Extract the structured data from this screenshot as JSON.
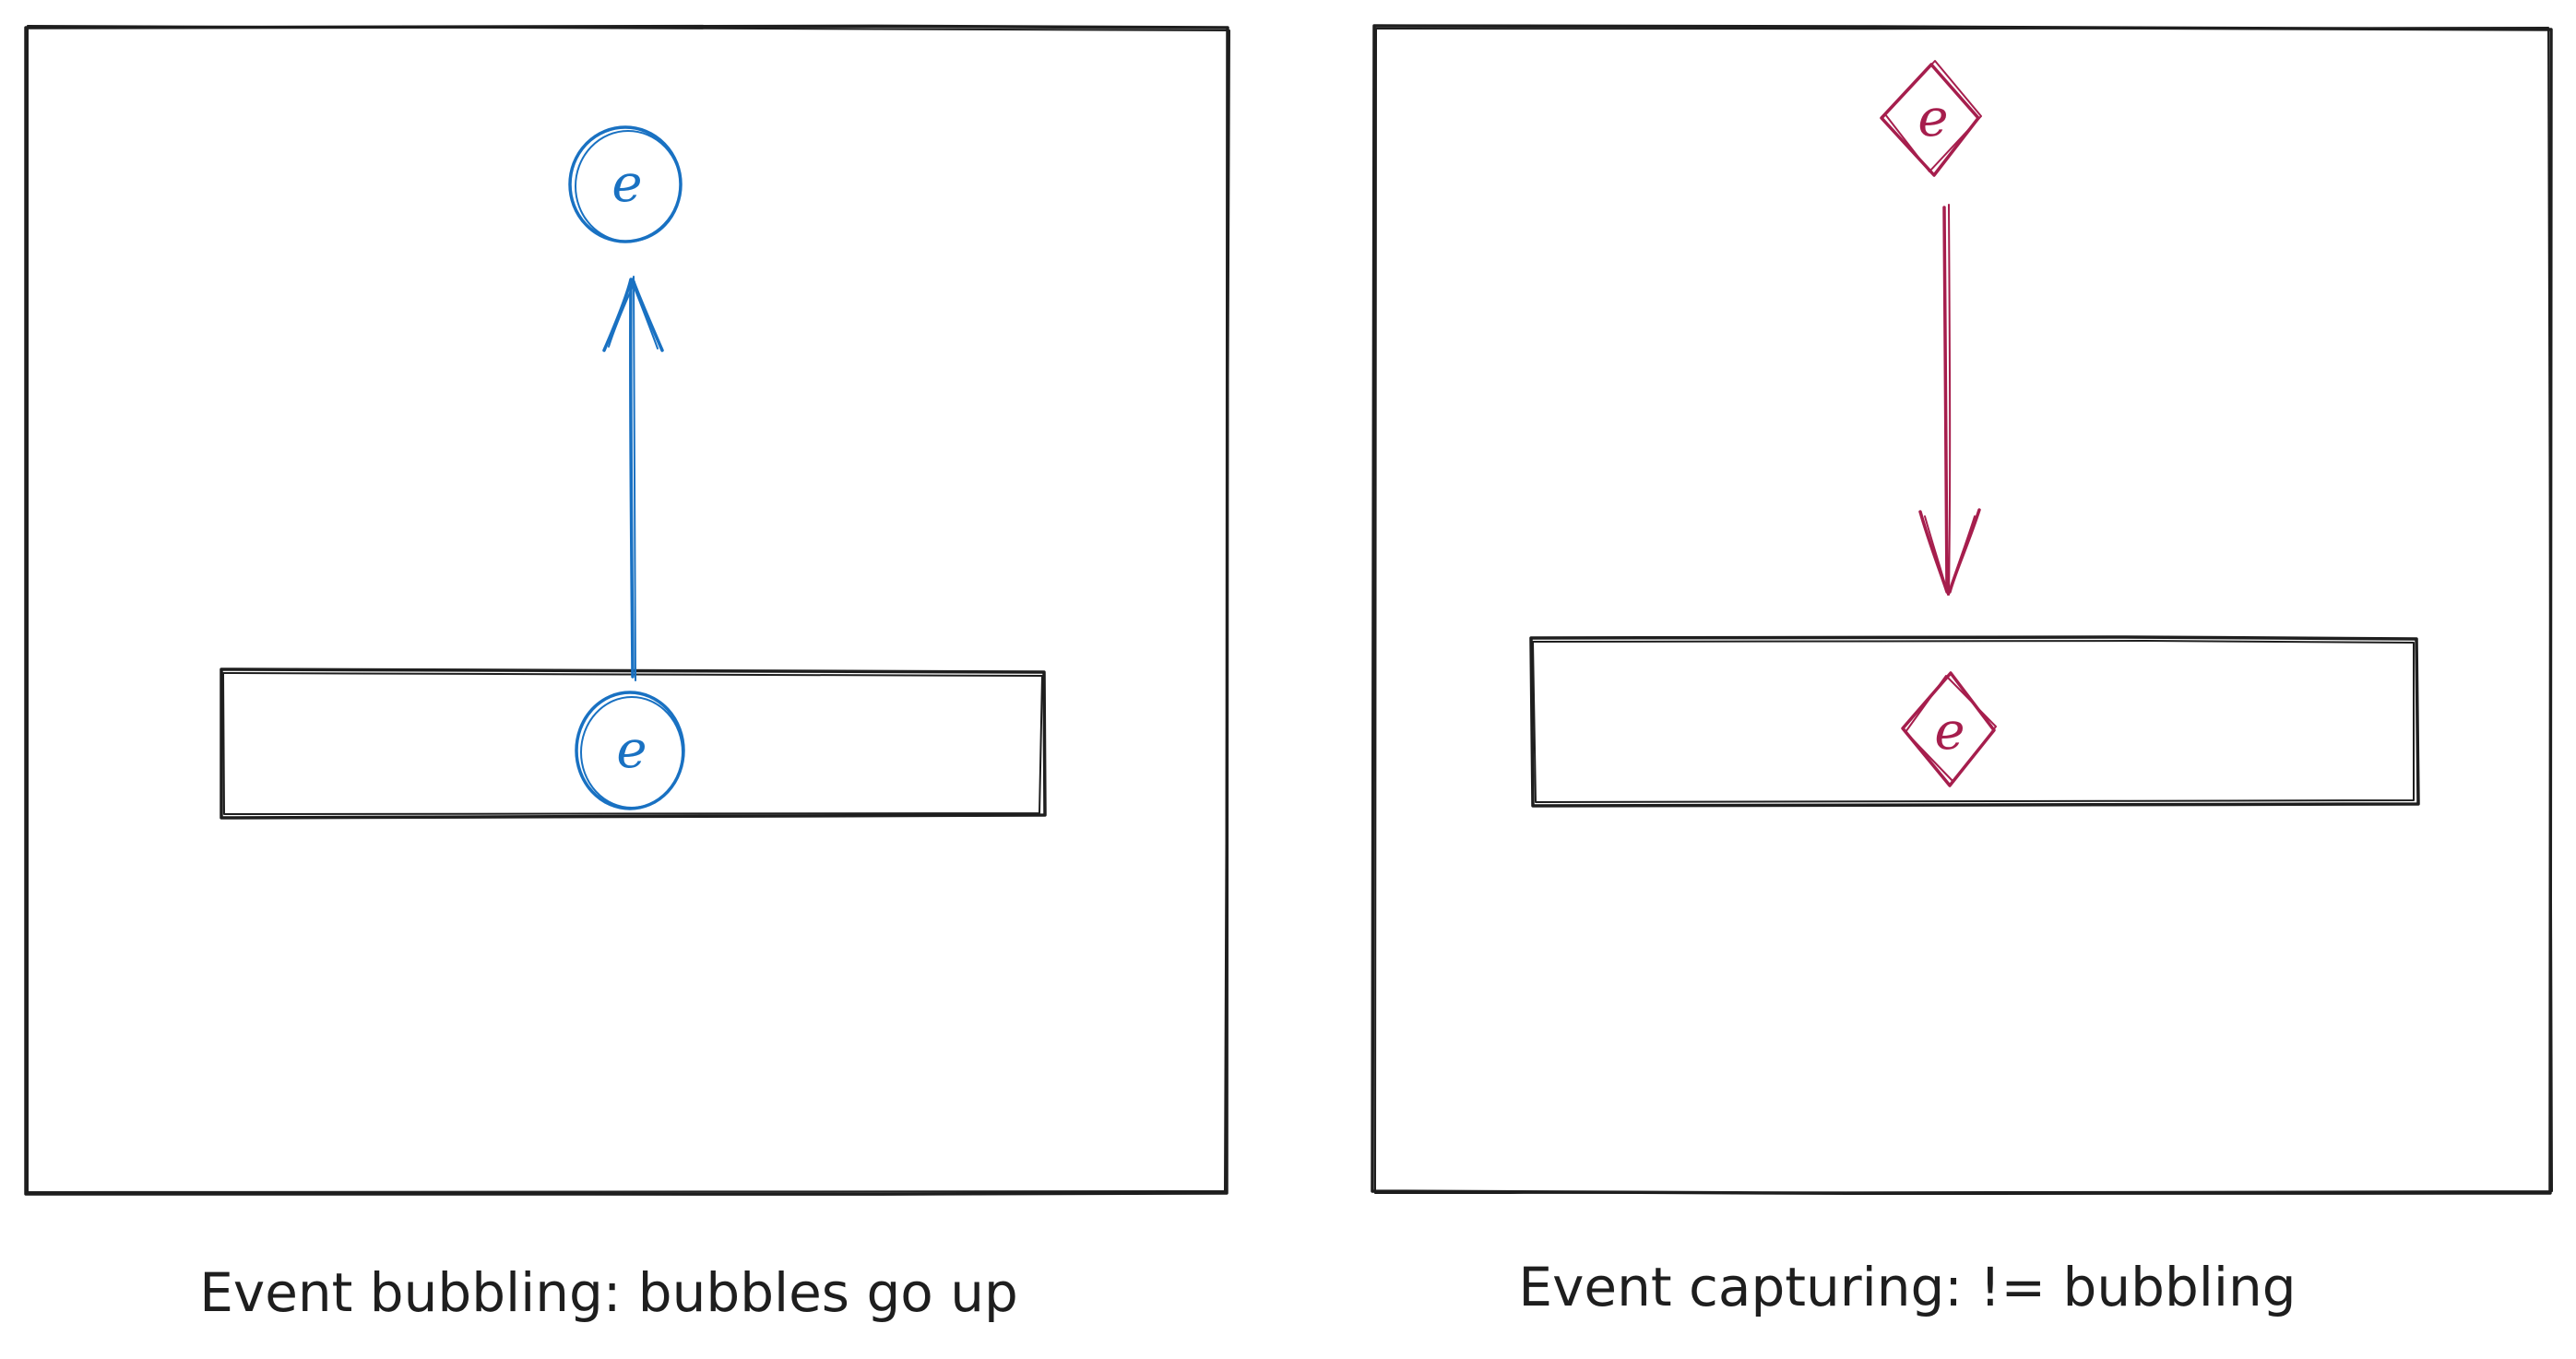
{
  "panels": {
    "bubbling": {
      "caption": "Event bubbling: bubbles go up",
      "source_event_label": "e",
      "bubbled_event_label": "e",
      "color": "#1971c2"
    },
    "capturing": {
      "caption": "Event capturing: != bubbling",
      "source_event_label": "e",
      "target_event_label": "e",
      "color": "#a61e4d"
    }
  },
  "colors": {
    "outline": "#1e1e1e",
    "background": "#ffffff"
  }
}
